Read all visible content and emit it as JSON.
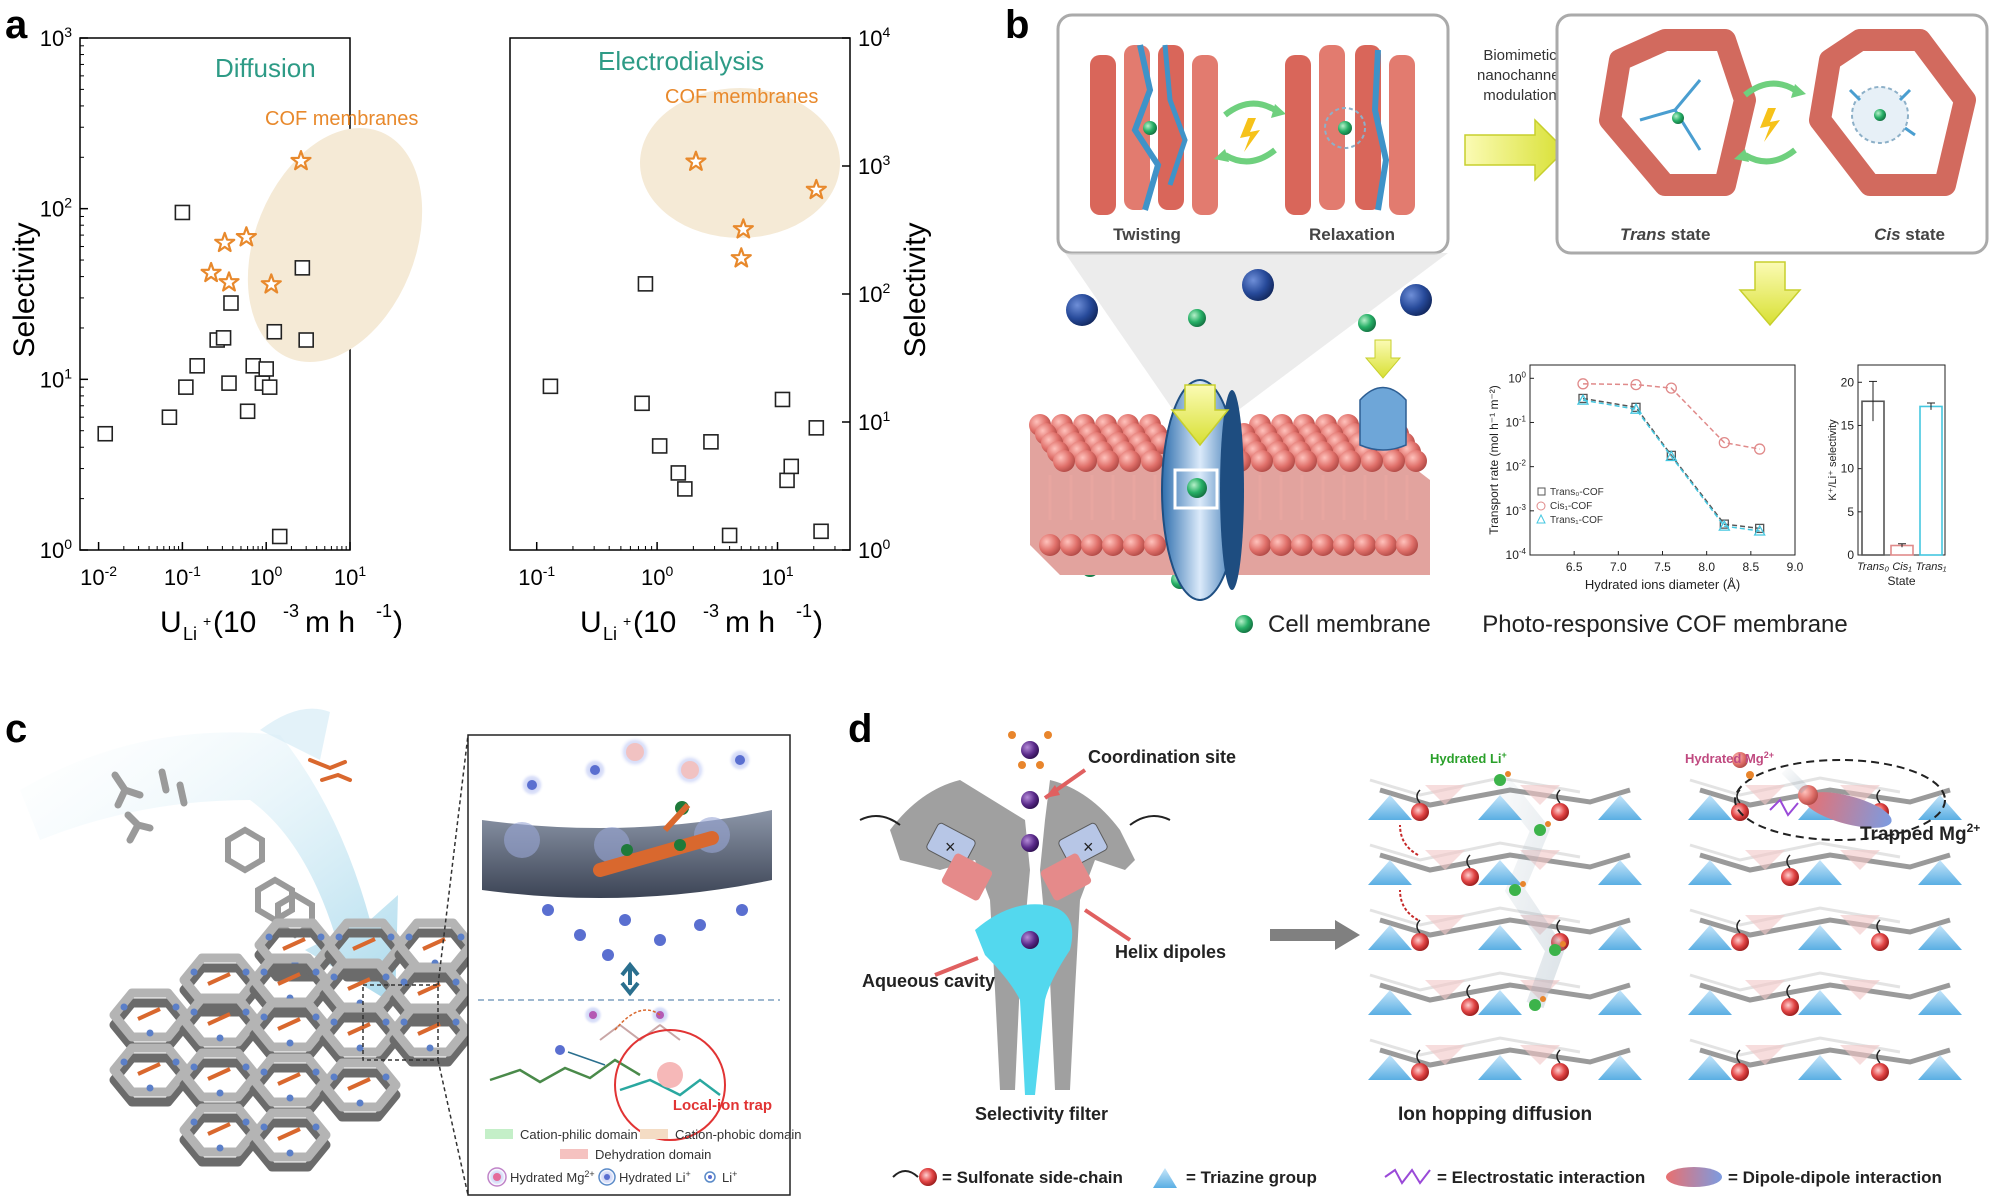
{
  "colors": {
    "teal": "#2e9b86",
    "orange": "#e8892c",
    "beige": "#f5ead6",
    "protein_red": "#d9665a",
    "membrane_pink": "#e8857e",
    "cyan": "#53d8ee",
    "gray": "#999999"
  },
  "panels": {
    "a": {
      "letter": "a",
      "left_title": "Diffusion",
      "right_title": "Electrodialysis",
      "cof_label_left": "COF membranes",
      "cof_label_right": "COF membranes",
      "ylabel": "Selectivity",
      "xlabel_main": "U",
      "xlabel_sub": "Li",
      "xlabel_sup": "+",
      "xlabel_unit": " (10",
      "xlabel_unit_sup": "-3",
      "xlabel_unit_end": " m h",
      "xlabel_unit_end_sup": "-1",
      "xlabel_close": ")"
    },
    "b": {
      "letter": "b",
      "twisting": "Twisting",
      "relaxation": "Relaxation",
      "biomimetic_1": "Biomimetic",
      "biomimetic_2": "nanochannel",
      "biomimetic_3": "modulation",
      "trans_state": "Trans",
      "state_word": " state",
      "cis_state": "Cis",
      "cell_membrane": "Cell membrane",
      "photo_cof": "Photo-responsive COF membrane"
    },
    "c": {
      "letter": "c",
      "local_ion_trap": "Local-ion trap",
      "legend_cation_philic": "Cation-philic domain",
      "legend_cation_phobic": "Cation-phobic domain",
      "legend_dehydration": "Dehydration domain",
      "legend_mg": "Hydrated Mg",
      "legend_mg_sup": "2+",
      "legend_li_hyd": "Hydrated Li",
      "legend_li_hyd_sup": "+",
      "legend_li": "Li",
      "legend_li_sup": "+"
    },
    "d": {
      "letter": "d",
      "coordination_site": "Coordination site",
      "helix_dipoles": "Helix dipoles",
      "aqueous_cavity": "Aqueous cavity",
      "selectivity_filter": "Selectivity filter",
      "hydrated_li": "Hydrated Li",
      "hydrated_li_sup": "+",
      "hydrated_mg": "Hydrated Mg",
      "hydrated_mg_sup": "2+",
      "trapped_mg": "Trapped Mg",
      "trapped_mg_sup": "2+",
      "ion_hopping": "Ion hopping diffusion",
      "legend_sulfonate": "= Sulfonate side-chain",
      "legend_triazine": "= Triazine group",
      "legend_electrostatic": "= Electrostatic interaction",
      "legend_dipole": "= Dipole-dipole interaction"
    }
  },
  "chart_data": [
    {
      "id": "a-diffusion",
      "type": "scatter",
      "title": "Diffusion",
      "xscale": "log",
      "yscale": "log",
      "xlim": [
        0.006,
        10
      ],
      "ylim": [
        1,
        1000
      ],
      "xticks": [
        "10^-2",
        "10^-1",
        "10^0",
        "10^1"
      ],
      "yticks": [
        "10^0",
        "10^1",
        "10^2",
        "10^3"
      ],
      "ylabel": "Selectivity",
      "series": [
        {
          "name": "",
          "marker": "open-square",
          "points": [
            [
              0.012,
              4.8
            ],
            [
              0.07,
              6.0
            ],
            [
              0.1,
              95
            ],
            [
              0.11,
              9.0
            ],
            [
              0.15,
              12
            ],
            [
              0.26,
              17
            ],
            [
              0.31,
              17.5
            ],
            [
              0.36,
              9.5
            ],
            [
              0.38,
              28
            ],
            [
              0.6,
              6.5
            ],
            [
              0.7,
              12
            ],
            [
              0.9,
              9.5
            ],
            [
              1.0,
              11.5
            ],
            [
              1.1,
              9
            ],
            [
              1.25,
              19
            ],
            [
              1.45,
              1.2
            ],
            [
              2.7,
              45
            ],
            [
              3.0,
              17
            ]
          ]
        },
        {
          "name": "COF membranes",
          "marker": "star",
          "points": [
            [
              0.22,
              42
            ],
            [
              0.32,
              63
            ],
            [
              0.36,
              37
            ],
            [
              0.58,
              68
            ],
            [
              1.15,
              36
            ],
            [
              2.6,
              190
            ]
          ]
        }
      ]
    },
    {
      "id": "a-electrodialysis",
      "type": "scatter",
      "title": "Electrodialysis",
      "xscale": "log",
      "yscale": "log",
      "xlim": [
        0.06,
        40
      ],
      "ylim": [
        1,
        10000
      ],
      "xticks": [
        "10^-1",
        "10^0",
        "10^1"
      ],
      "yticks": [
        "10^0",
        "10^1",
        "10^2",
        "10^3",
        "10^4"
      ],
      "ylabel": "Selectivity",
      "series": [
        {
          "name": "",
          "marker": "open-square",
          "points": [
            [
              0.13,
              19
            ],
            [
              0.75,
              14
            ],
            [
              0.8,
              120
            ],
            [
              1.05,
              6.5
            ],
            [
              1.5,
              4
            ],
            [
              1.7,
              3
            ],
            [
              2.8,
              7
            ],
            [
              4.0,
              1.3
            ],
            [
              11,
              15
            ],
            [
              12,
              3.5
            ],
            [
              13,
              4.5
            ],
            [
              21,
              9
            ],
            [
              23,
              1.4
            ]
          ]
        },
        {
          "name": "COF membranes",
          "marker": "star",
          "points": [
            [
              2.1,
              1080
            ],
            [
              5.2,
              320
            ],
            [
              5.0,
              190
            ],
            [
              21,
              650
            ]
          ]
        }
      ]
    },
    {
      "id": "b-transport",
      "type": "line",
      "xlabel": "Hydrated ions diameter (Å)",
      "ylabel": "Transport rate (mol h⁻¹ m⁻²)",
      "xlim": [
        6.0,
        9.0
      ],
      "ylim": [
        0.0001,
        2
      ],
      "xticks": [
        "6.5",
        "7.0",
        "7.5",
        "8.0",
        "8.5",
        "9.0"
      ],
      "yticks": [
        "10^0",
        "10^-1",
        "10^-2",
        "10^-3",
        "10^-4"
      ],
      "legend": [
        "Trans₀-COF",
        "Cis₁-COF",
        "Trans₁-COF"
      ],
      "series": [
        {
          "name": "Trans₀-COF",
          "marker": "square",
          "x": [
            6.6,
            7.2,
            7.6,
            8.2,
            8.6
          ],
          "y": [
            0.35,
            0.22,
            0.018,
            0.0005,
            0.0004
          ]
        },
        {
          "name": "Cis₁-COF",
          "marker": "circle",
          "x": [
            6.6,
            7.2,
            7.6,
            8.2,
            8.6
          ],
          "y": [
            0.75,
            0.72,
            0.6,
            0.035,
            0.025
          ]
        },
        {
          "name": "Trans₁-COF",
          "marker": "triangle",
          "x": [
            6.6,
            7.2,
            7.6,
            8.2,
            8.6
          ],
          "y": [
            0.32,
            0.2,
            0.017,
            0.00045,
            0.00035
          ]
        }
      ]
    },
    {
      "id": "b-selectivity",
      "type": "bar",
      "ylabel": "K⁺/Li⁺ selectivity",
      "xlabel": "State",
      "categories": [
        "Trans₀",
        "Cis₁",
        "Trans₁"
      ],
      "values": [
        17.8,
        1.1,
        17.2
      ],
      "errors": [
        2.3,
        0.2,
        0.4
      ],
      "ylim": [
        0,
        22
      ],
      "yticks": [
        "0",
        "5",
        "10",
        "15",
        "20"
      ]
    }
  ]
}
